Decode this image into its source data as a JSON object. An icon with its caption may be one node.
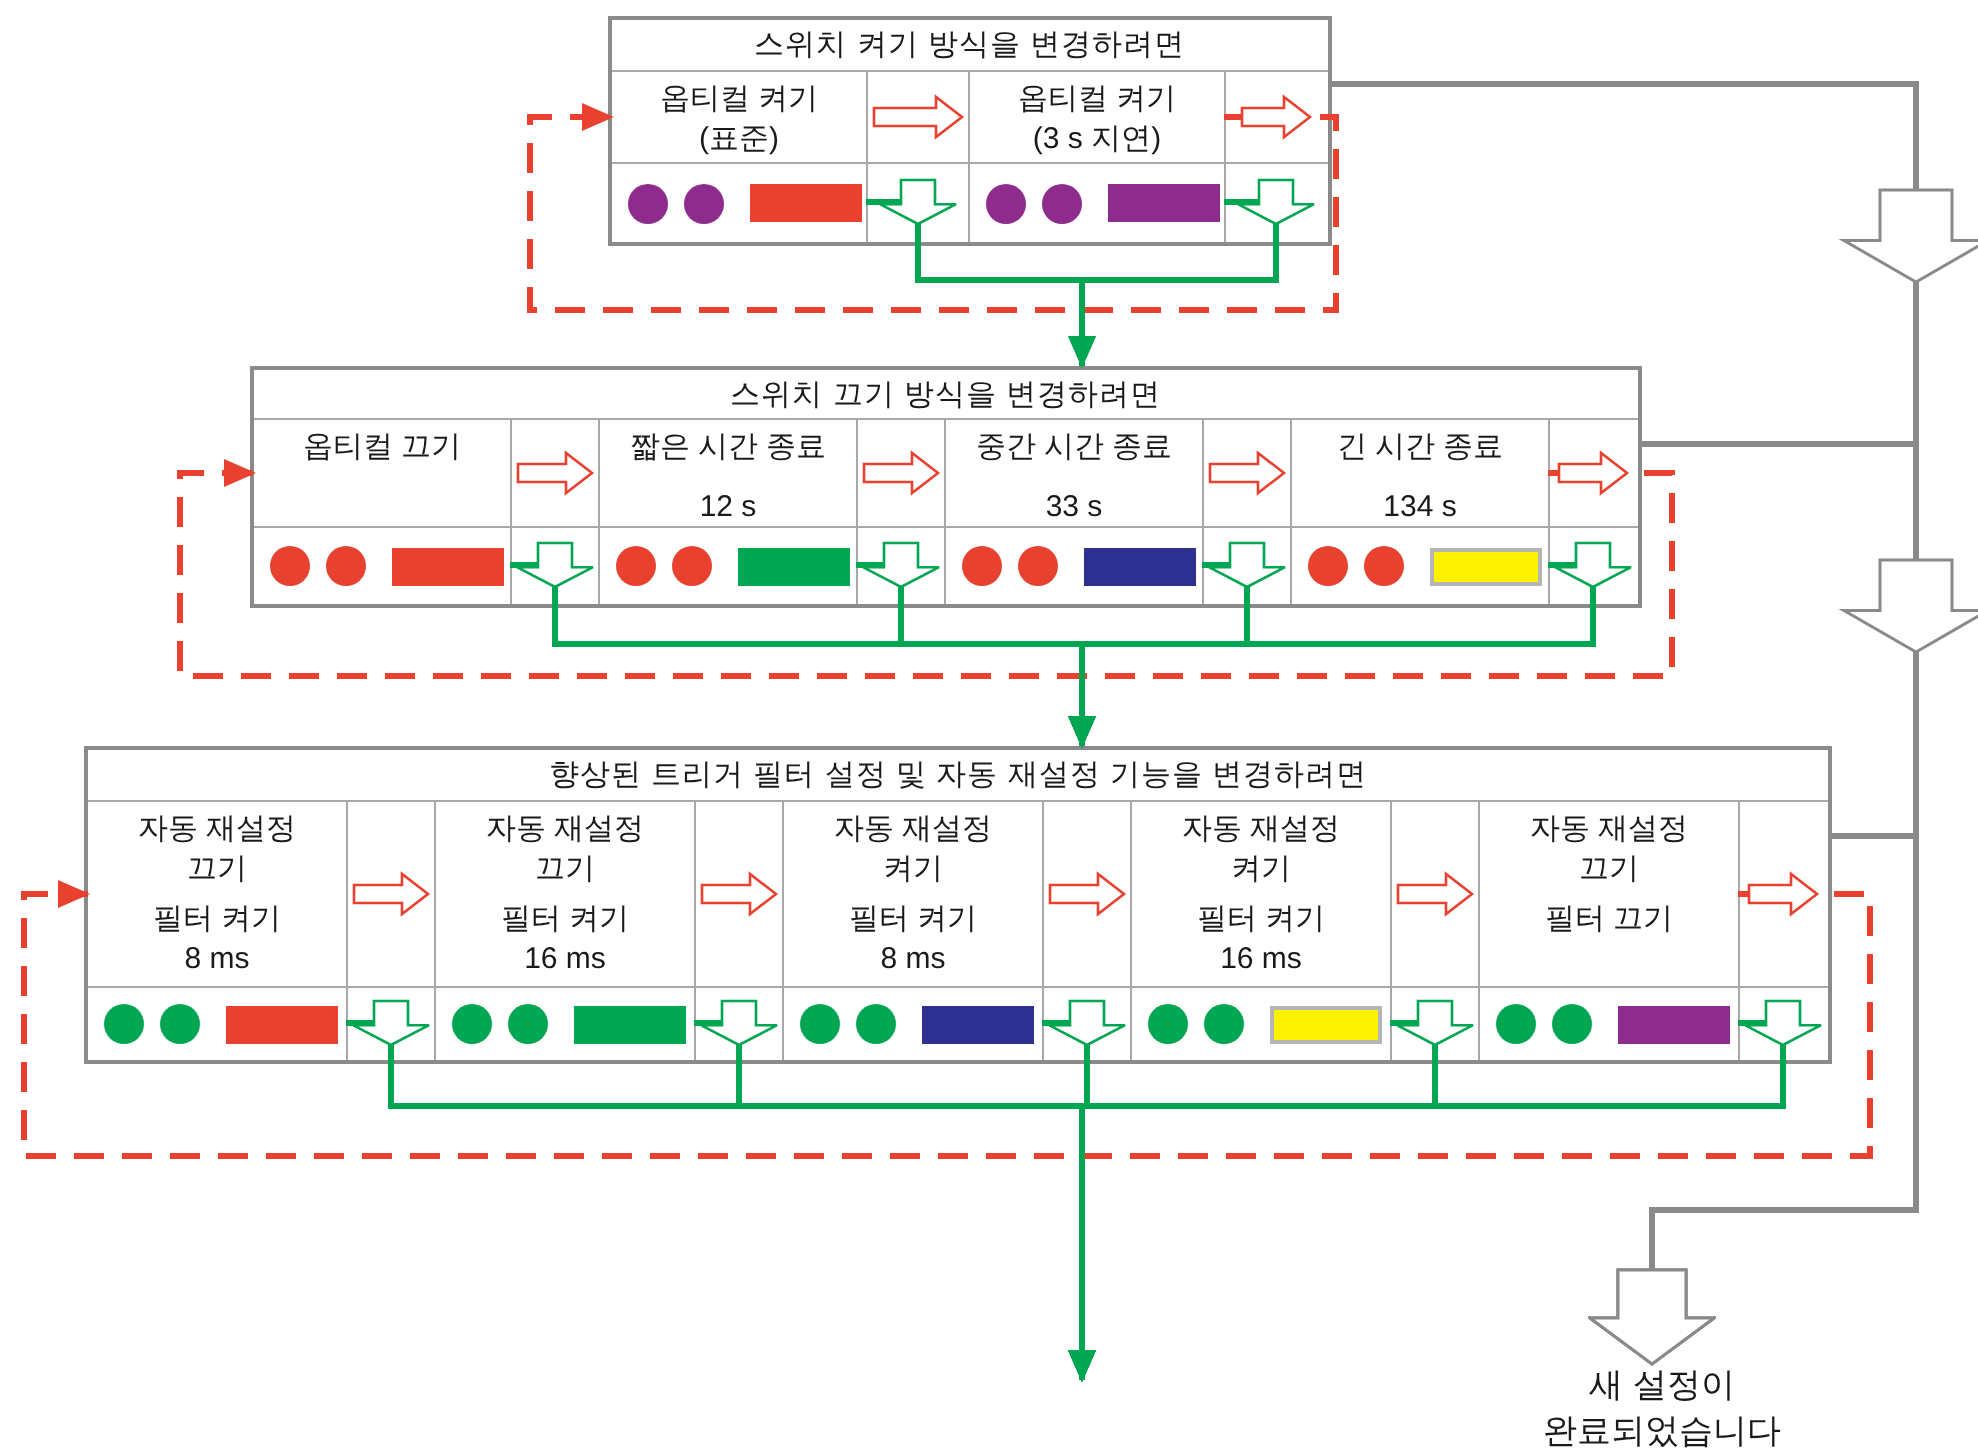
{
  "diagram": {
    "nodes": [
      {
        "text": [
          "스위치 켜기 방식을 변경하려면"
        ]
      },
      {
        "text": [
          "옵티컬 켜기 (표준)"
        ],
        "in": 0
      },
      {
        "text": [
          "옵티컬 켜기 (3 s 지연)"
        ],
        "in": 0
      },
      {
        "text": [
          "스위치 끄기 방식을 변경하려면"
        ]
      },
      {
        "text": [
          "옵티컬 끄기"
        ],
        "in": 3
      },
      {
        "text": [
          "짧은 시간 종료",
          "12 s"
        ],
        "in": 3
      },
      {
        "text": [
          "중간 시간 종료",
          "33 s"
        ],
        "in": 3
      },
      {
        "text": [
          "긴 시간 종료",
          "134 s"
        ],
        "in": 3
      },
      {
        "text": [
          "향상된 트리거 필터 설정 및 자동 재설정 기능을 변경하려면"
        ]
      },
      {
        "text": [
          "자동 재설정 끄기",
          "필터 켜기 8 ms"
        ],
        "in": 8
      },
      {
        "text": [
          "자동 재설정 끄기",
          "필터 켜기 16 ms"
        ],
        "in": 8
      },
      {
        "text": [
          "자동 재설정 켜기",
          "필터 켜기 8 ms"
        ],
        "in": 8
      },
      {
        "text": [
          "자동 재설정 켜기",
          "필터 켜기 16 ms"
        ],
        "in": 8
      },
      {
        "text": [
          "자동 재설정 끄기",
          "필터 끄기"
        ],
        "in": 8
      },
      {
        "text": [
          "새 설정이 완료되었습니다"
        ]
      }
    ],
    "edges": [
      {
        "from": 1,
        "to": 2,
        "arrow": "to",
        "color": "#e8412f"
      },
      {
        "from": 2,
        "to": 1,
        "arrow": "to",
        "style": "dashed",
        "color": "#e8412f"
      },
      {
        "from": 1,
        "to": 3,
        "arrow": "to",
        "color": "#00a651"
      },
      {
        "from": 2,
        "to": 3,
        "arrow": "to",
        "color": "#00a651"
      },
      {
        "from": 4,
        "to": 5,
        "arrow": "to",
        "color": "#e8412f"
      },
      {
        "from": 5,
        "to": 6,
        "arrow": "to",
        "color": "#e8412f"
      },
      {
        "from": 6,
        "to": 7,
        "arrow": "to",
        "color": "#e8412f"
      },
      {
        "from": 7,
        "to": 4,
        "arrow": "to",
        "style": "dashed",
        "color": "#e8412f"
      },
      {
        "from": 4,
        "to": 8,
        "arrow": "to",
        "color": "#00a651"
      },
      {
        "from": 5,
        "to": 8,
        "arrow": "to",
        "color": "#00a651"
      },
      {
        "from": 6,
        "to": 8,
        "arrow": "to",
        "color": "#00a651"
      },
      {
        "from": 7,
        "to": 8,
        "arrow": "to",
        "color": "#00a651"
      },
      {
        "from": 9,
        "to": 10,
        "arrow": "to",
        "color": "#e8412f"
      },
      {
        "from": 10,
        "to": 11,
        "arrow": "to",
        "color": "#e8412f"
      },
      {
        "from": 11,
        "to": 12,
        "arrow": "to",
        "color": "#e8412f"
      },
      {
        "from": 12,
        "to": 13,
        "arrow": "to",
        "color": "#e8412f"
      },
      {
        "from": 13,
        "to": 9,
        "arrow": "to",
        "style": "dashed",
        "color": "#e8412f"
      },
      {
        "from": 9,
        "to": null,
        "arrow": "to",
        "color": "#00a651"
      },
      {
        "from": 10,
        "to": null,
        "arrow": "to",
        "color": "#00a651"
      },
      {
        "from": 11,
        "to": null,
        "arrow": "to",
        "color": "#00a651"
      },
      {
        "from": 12,
        "to": null,
        "arrow": "to",
        "color": "#00a651"
      },
      {
        "from": 13,
        "to": null,
        "arrow": "to",
        "color": "#00a651"
      },
      {
        "from": 0,
        "to": 14,
        "arrow": "to",
        "color": "#8a8a8a"
      },
      {
        "from": 3,
        "to": 14,
        "arrow": "to",
        "color": "#8a8a8a"
      },
      {
        "from": 8,
        "to": 14,
        "arrow": "to",
        "color": "#8a8a8a"
      }
    ]
  }
}
